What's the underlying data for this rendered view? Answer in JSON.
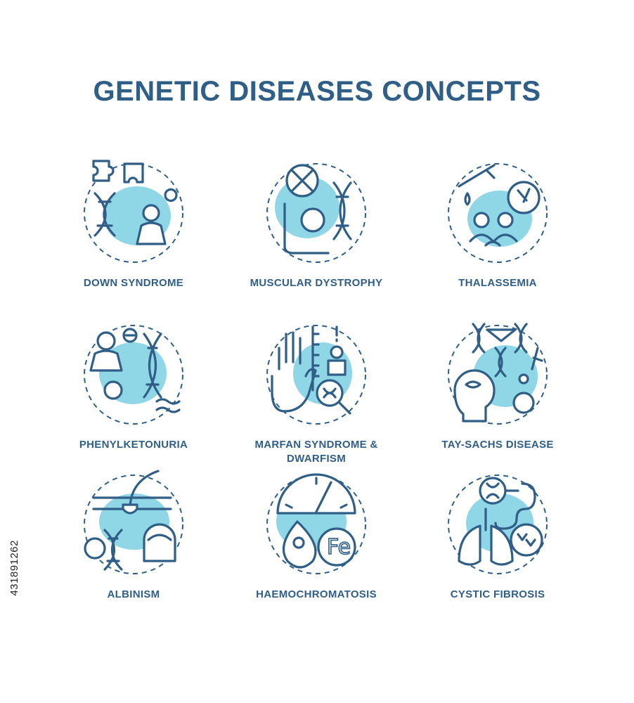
{
  "title": "GENETIC DISEASES CONCEPTS",
  "side_id": "431891262",
  "colors": {
    "primary": "#2f5e86",
    "accent": "#8fd6e6",
    "background": "#ffffff"
  },
  "items": [
    {
      "label": "DOWN SYNDROME",
      "icon": "puzzle-dna-baby-icon"
    },
    {
      "label": "MUSCULAR DYSTROPHY",
      "icon": "muscle-cell-dna-icon"
    },
    {
      "label": "THALASSEMIA",
      "icon": "blood-test-family-icon"
    },
    {
      "label": "PHENYLKETONURIA",
      "icon": "baby-dna-vomit-icon"
    },
    {
      "label": "MARFAN SYNDROME &\nDWARFISM",
      "icon": "hand-height-dna-icon"
    },
    {
      "label": "TAY-SACHS DISEASE",
      "icon": "brain-nerve-wheelchair-icon"
    },
    {
      "label": "ALBINISM",
      "icon": "skin-hair-dna-icon"
    },
    {
      "label": "HAEMOCHROMATOSIS",
      "icon": "gauge-iron-blood-icon"
    },
    {
      "label": "CYSTIC FIBROSIS",
      "icon": "lungs-pancreas-dna-icon"
    }
  ]
}
